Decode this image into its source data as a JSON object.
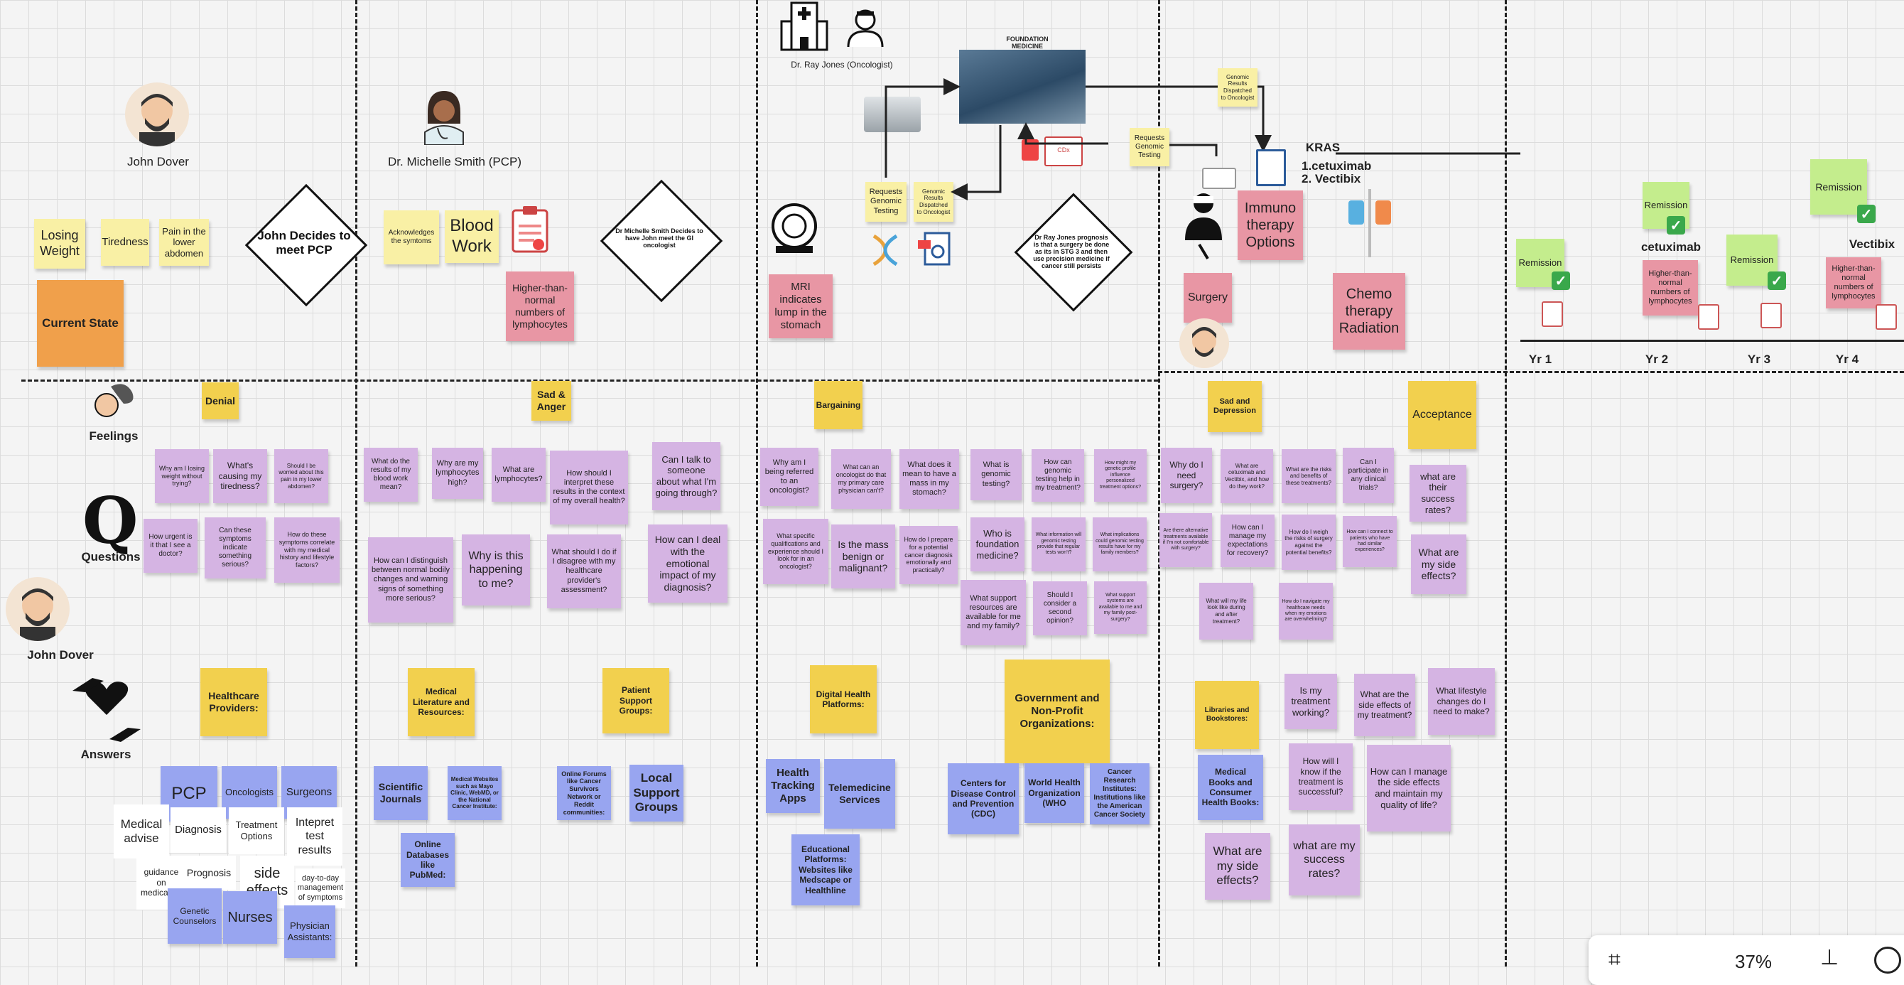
{
  "personas": {
    "patient": "John Dover",
    "pcp": "Dr. Michelle Smith (PCP)",
    "oncologist": "Dr. Ray Jones (Oncologist)",
    "patient_left": "John Dover"
  },
  "lanes": {
    "feelings": "Feelings",
    "questions": "Questions",
    "answers": "Answers"
  },
  "stage1": {
    "notes": [
      "Losing Weight",
      "Tiredness",
      "Pain in the lower abdomen"
    ],
    "current_state": "Current State",
    "diamond": "John Decides to meet PCP"
  },
  "stage2": {
    "acknowledges": "Acknowledges the symtoms",
    "blood_work": "Blood Work",
    "lymph": "Higher-than-normal numbers of lymphocytes",
    "diamond": "Dr Michelle Smith Decides to have John meet the GI oncologist"
  },
  "stage3": {
    "foundation_logo": "FOUNDATION MEDICINE",
    "requests_genomic": "Requests Genomic Testing",
    "genomic_results": "Genomic Results Dispatched to Oncologist",
    "mri": "MRI indicates lump in the stomach",
    "diamond": "Dr Ray Jones prognosis is that a surgery be done as its in STG 3 and then use precision medicine if cancer still persists",
    "cdx_label": "CDx"
  },
  "stage4": {
    "genomic_results": "Genomic Results Dispatched to Oncologist",
    "requests_genomic": "Requests Genomic Testing",
    "kras": "KRAS",
    "drug1": "1.cetuximab",
    "drug2": "2. Vectibix",
    "immuno": "Immuno therapy Options",
    "surgery": "Surgery",
    "chemo": "Chemo therapy Radiation"
  },
  "timeline": {
    "years": [
      "Yr 1",
      "Yr 2",
      "Yr 3",
      "Yr 4"
    ],
    "remission": "Remission",
    "cetuximab": "cetuximab",
    "vectibix": "Vectibix",
    "lymph": "Higher-than-normal numbers of lymphocytes"
  },
  "feelings": {
    "denial": "Denial",
    "sad_anger": "Sad & Anger",
    "bargaining": "Bargaining",
    "sad_depression": "Sad and Depression",
    "acceptance": "Acceptance"
  },
  "questions": {
    "s1": [
      "Why am I losing weight without trying?",
      "What's causing my tiredness?",
      "Should I be worried about this pain in my lower abdomen?",
      "How urgent is it that I see a doctor?",
      "Can these symptoms indicate something serious?",
      "How do these symptoms correlate with my medical history and lifestyle factors?"
    ],
    "s2": [
      "What do the results of my blood work mean?",
      "Why are my lymphocytes high?",
      "What are lymphocytes?",
      "How should I interpret these results in the context of my overall health?",
      "Can I talk to someone about what I'm going through?",
      "How can I distinguish between normal bodily changes and warning signs of something more serious?",
      "Why is this happening to me?",
      "What should I do if I disagree with my healthcare provider's assessment?",
      "How can I deal with the emotional impact of my diagnosis?"
    ],
    "s3": [
      "Why am I being referred to an oncologist?",
      "What can an oncologist do that my primary care physician can't?",
      "What does it mean to have a mass in my stomach?",
      "What is genomic testing?",
      "How can genomic testing help in my treatment?",
      "How might my genetic profile influence personalized treatment options?",
      "What specific qualifications and experience should I look for in an oncologist?",
      "Is the mass benign or malignant?",
      "How do I prepare for a potential cancer diagnosis emotionally and practically?",
      "Who is foundation medicine?",
      "What information will genomic testing provide that regular tests won't?",
      "What implications could genomic testing results have for my family members?",
      "What support resources are available for me and my family?",
      "Should I consider a second opinion?",
      "What support systems are available to me and my family post-surgery?"
    ],
    "s4": [
      "Why do I need surgery?",
      "What are cetuximab and Vectibix, and how do they work?",
      "What are the risks and benefits of these treatments?",
      "Can I participate in any clinical trials?",
      "what are their success rates?",
      "Are there alternative treatments available if I'm not comfortable with surgery?",
      "How can I manage my expectations for recovery?",
      "How do I weigh the risks of surgery against the potential benefits?",
      "How can I connect to patients who have had similar experiences?",
      "What are my side effects?",
      "What will my life look like during and after treatment?",
      "How do I navigate my healthcare needs when my emotions are overwhelming?"
    ]
  },
  "answers": {
    "s1_header": "Healthcare Providers:",
    "s1": [
      "PCP",
      "Oncologists",
      "Surgeons",
      "Medical advise",
      "Diagnosis",
      "Treatment Options",
      "Intepret test results",
      "guidance on medication",
      "Prognosis",
      "side effects",
      "day-to-day management of symptoms",
      "Genetic Counselors",
      "Nurses",
      "Physician Assistants:"
    ],
    "s2_header1": "Medical Literature and Resources:",
    "s2_header2": "Patient Support Groups:",
    "s2": [
      "Scientific Journals",
      "Medical Websites such as Mayo Clinic, WebMD, or the National Cancer Institute:",
      "Online Forums like Cancer Survivors Network or Reddit communities:",
      "Local Support Groups",
      "Online Databases like PubMed:"
    ],
    "s3_header1": "Digital Health Platforms:",
    "s3_header2": "Government and Non-Profit Organizations:",
    "s3": [
      "Health Tracking Apps",
      "Telemedicine Services",
      "Centers for Disease Control and Prevention (CDC)",
      "World Health Organization (WHO",
      "Cancer Research Institutes: Institutions like the American Cancer Society",
      "Educational Platforms: Websites like Medscape or Healthline"
    ],
    "s4_header": "Libraries and Bookstores:",
    "s4": [
      "Is my treatment working?",
      "What are the side effects of my treatment?",
      "What lifestyle changes do I need to make?",
      "Medical Books and Consumer Health Books:",
      "How will I know if the treatment is successful?",
      "How can I manage the side effects and maintain my quality of life?",
      "What are my side effects?",
      "what are my success rates?"
    ]
  },
  "toolbar": {
    "zoom": "37%"
  },
  "colors": {
    "yellow": "#f9f0a5",
    "gold": "#f2d04e",
    "orange": "#f0a04b",
    "purple": "#d5b4e3",
    "pink": "#e896a4",
    "blue": "#98a5f0",
    "green": "#c4ed8d"
  }
}
